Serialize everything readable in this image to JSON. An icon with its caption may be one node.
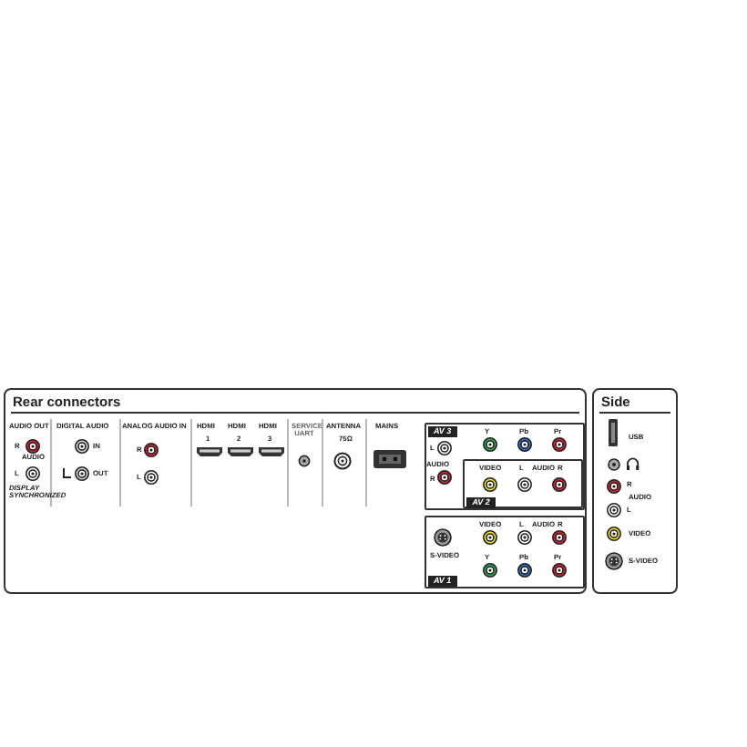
{
  "diagram": {
    "nodes": [
      {
        "text": [
          "Rear connectors"
        ]
      },
      {
        "text": [
          "AV 3"
        ],
        "in": 0
      },
      {
        "text": [
          "AV 2"
        ],
        "in": 1
      },
      {
        "text": [
          "AV 1"
        ],
        "in": 0
      },
      {
        "text": [
          "Side"
        ]
      }
    ],
    "labels": [
      "AUDIO OUT",
      "R",
      "AUDIO",
      "L",
      "DISPLAY SYNCHRONIZED",
      "DIGITAL AUDIO",
      "IN",
      "OUT",
      "ANALOG AUDIO IN",
      "R",
      "L",
      "HDMI",
      "1",
      "HDMI",
      "2",
      "HDMI",
      "3",
      "SERVICE UART",
      "ANTENNA",
      "75Ω",
      "MAINS",
      "L",
      "AUDIO",
      "R",
      "Y",
      "Pb",
      "Pr",
      "VIDEO",
      "L",
      "AUDIO",
      "R",
      "VIDEO",
      "L",
      "AUDIO",
      "R",
      "S-VIDEO",
      "Y",
      "Pb",
      "Pr",
      "USB",
      "R",
      "AUDIO",
      "L",
      "VIDEO",
      "S-VIDEO"
    ]
  }
}
